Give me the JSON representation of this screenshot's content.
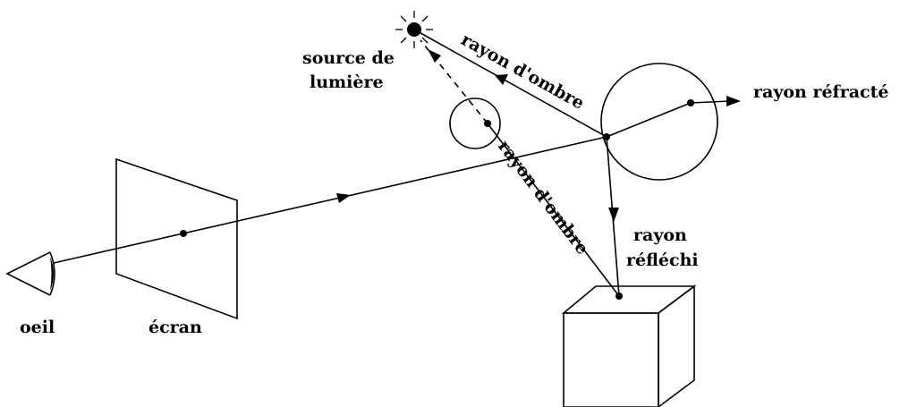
{
  "labels": {
    "eye": "oeil",
    "screen": "écran",
    "light_source_line1": "source de",
    "light_source_line2": "lumière",
    "shadow_ray_top": "rayon d'ombre",
    "shadow_ray_diagonal": "rayon d'ombre",
    "refracted_ray": "rayon réfracté",
    "reflected_ray_line1": "rayon",
    "reflected_ray_line2": "réfléchi"
  },
  "colors": {
    "ink": "#000000",
    "background": "#ffffff"
  }
}
